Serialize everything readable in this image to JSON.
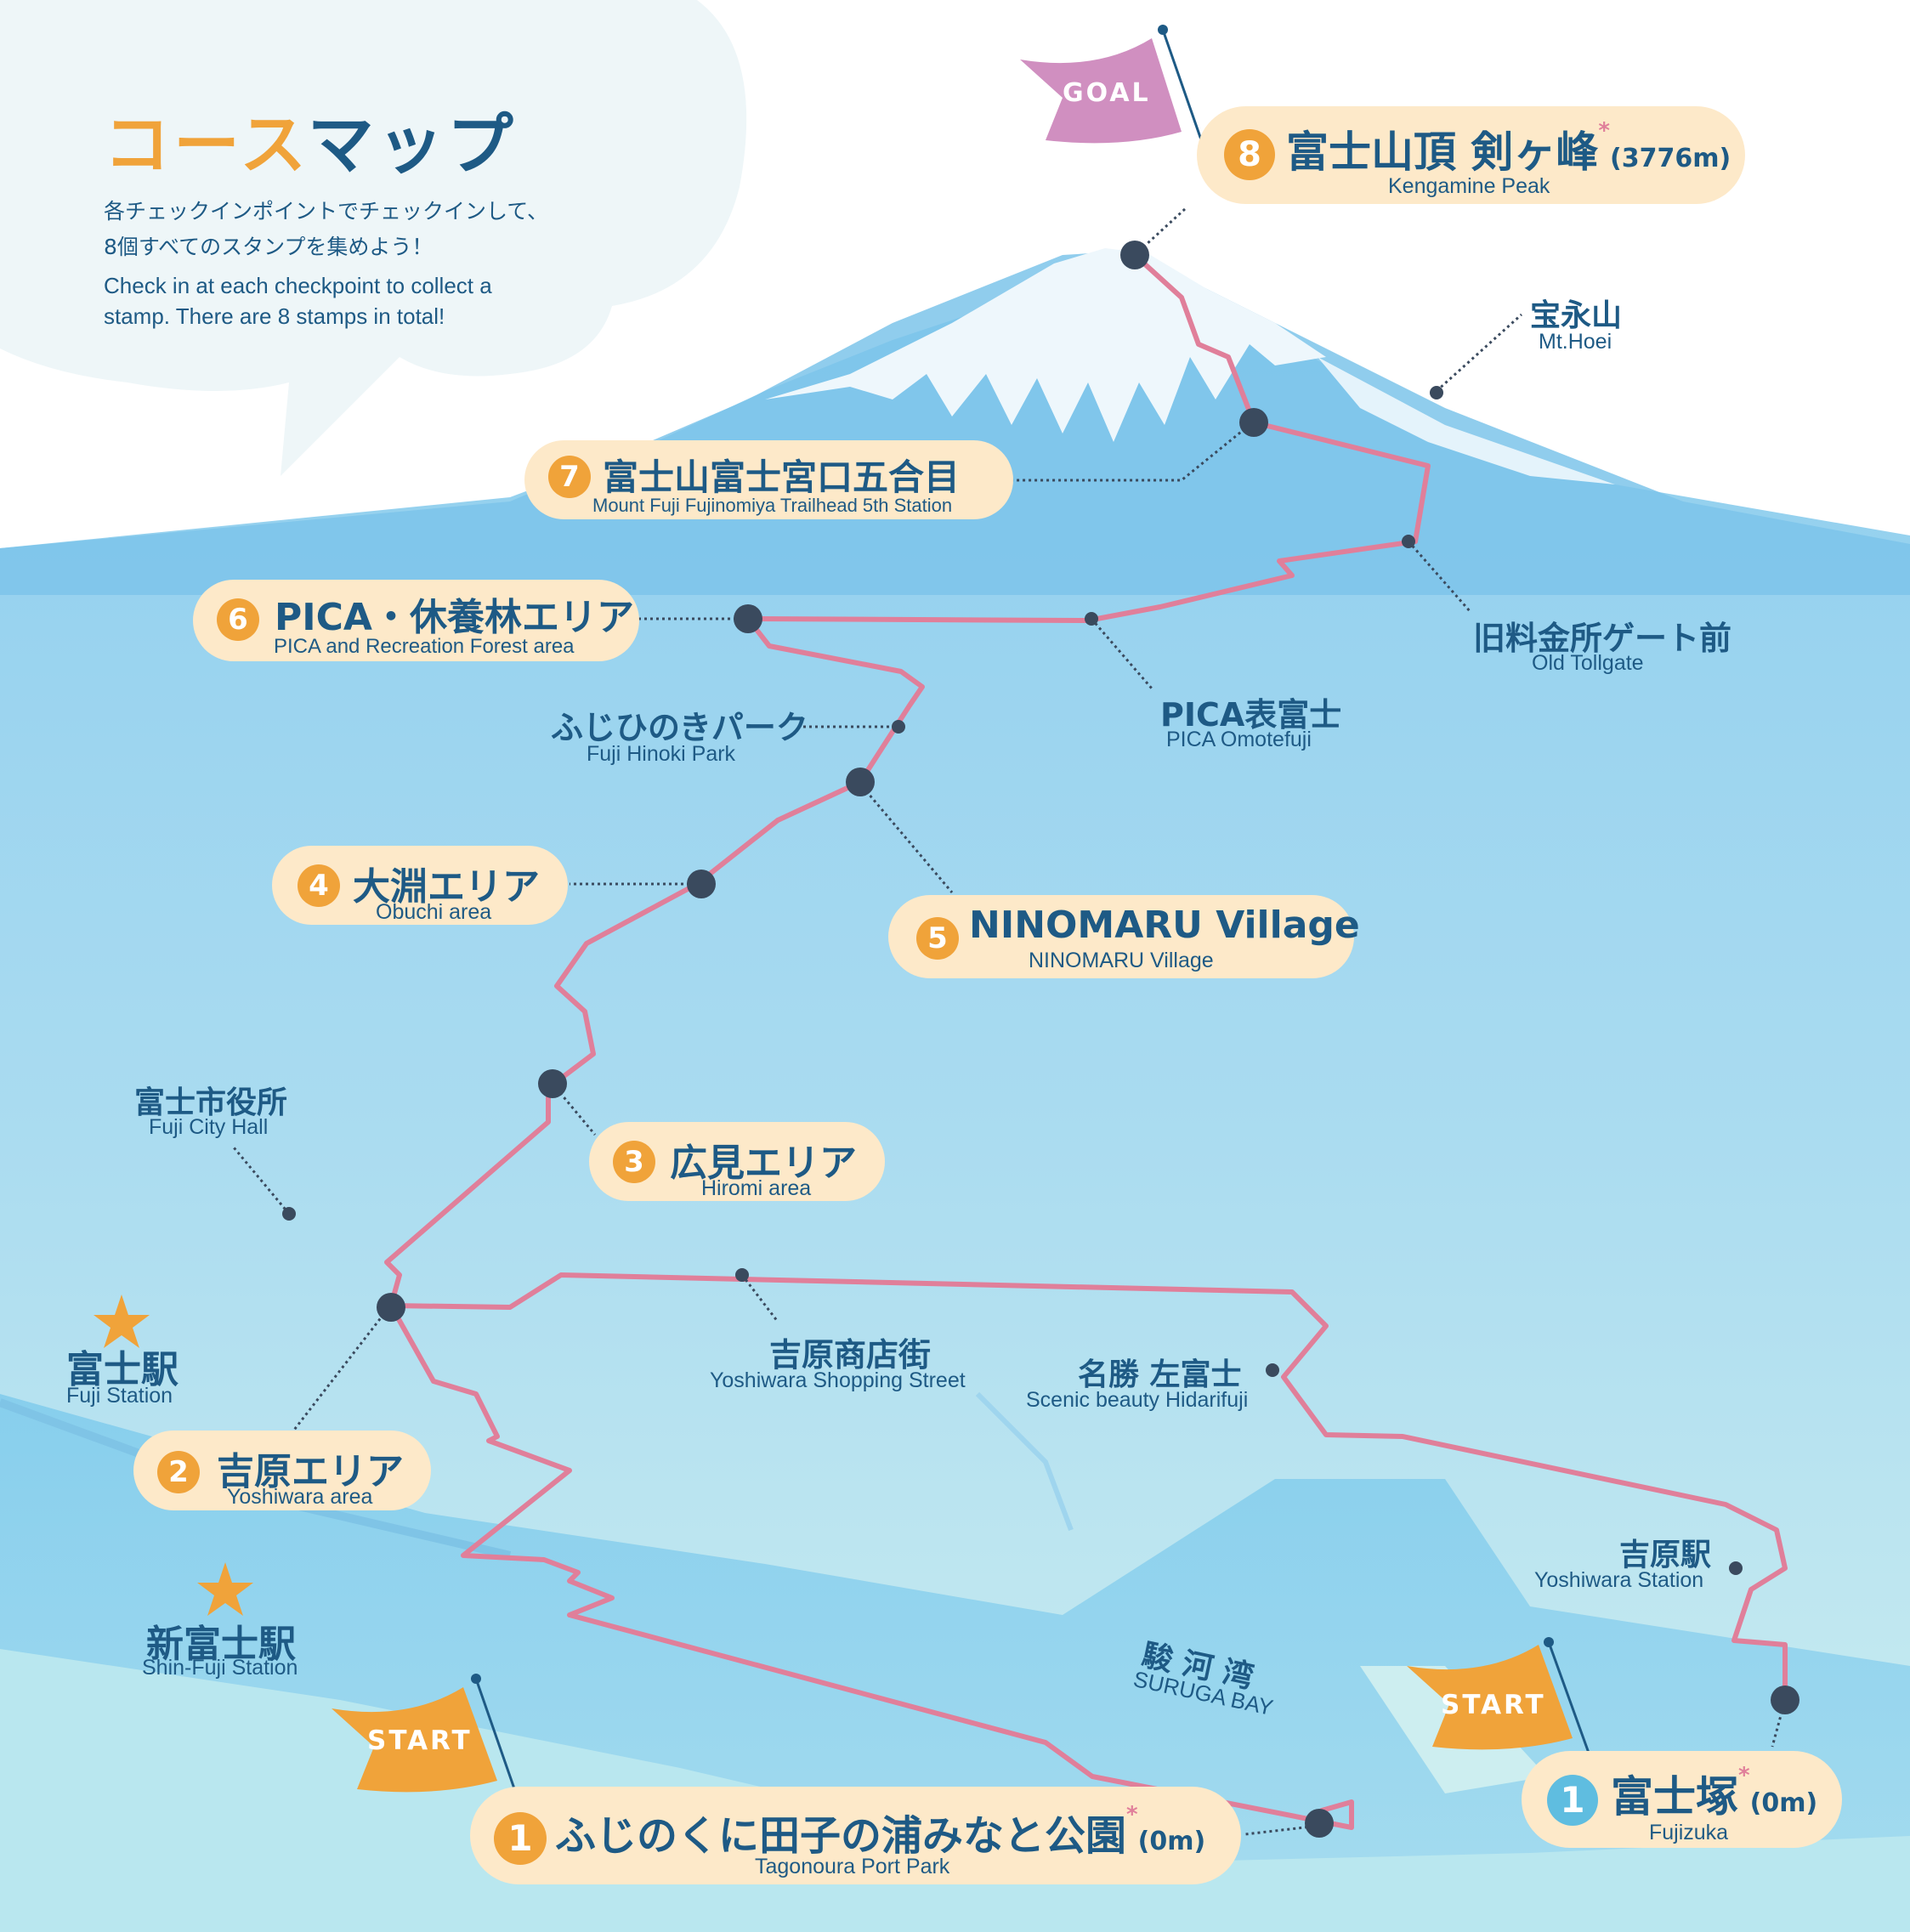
{
  "colors": {
    "route": "#e07f9a",
    "accent_orange": "#f0a33a",
    "text_blue": "#1e5a85",
    "label_bg": "#fde9c9",
    "goal_flag": "#d08fc0",
    "start_flag": "#f0a33a",
    "sea": "#8fd3ee",
    "mountain": "#7cc4ea"
  },
  "header": {
    "title_part1": "コース",
    "title_part2": "マップ",
    "desc_jp_line1": "各チェックインポイントでチェックインして、",
    "desc_jp_line2": "8個すべてのスタンプを集めよう！",
    "desc_en_line1": "Check in at each checkpoint to collect a",
    "desc_en_line2": "stamp. There are 8 stamps in total!"
  },
  "flags": {
    "goal": "GOAL",
    "start_left": "START",
    "start_right": "START"
  },
  "checkpoints": [
    {
      "num": "8",
      "jp": "富士山頂 剣ヶ峰",
      "asterisk": "*",
      "elevation": "(3776m)",
      "en": "Kengamine Peak"
    },
    {
      "num": "7",
      "jp": "富士山富士宮口五合目",
      "en": "Mount Fuji Fujinomiya Trailhead 5th Station"
    },
    {
      "num": "6",
      "jp": "PICA・休養林エリア",
      "en": "PICA and Recreation Forest area"
    },
    {
      "num": "5",
      "jp": "NINOMARU Village",
      "en": "NINOMARU Village"
    },
    {
      "num": "4",
      "jp": "大淵エリア",
      "en": "Obuchi area"
    },
    {
      "num": "3",
      "jp": "広見エリア",
      "en": "Hiromi area"
    },
    {
      "num": "2",
      "jp": "吉原エリア",
      "en": "Yoshiwara area"
    },
    {
      "num": "1",
      "jp": "ふじのくに田子の浦みなと公園",
      "asterisk": "*",
      "elevation": "(0m)",
      "en": "Tagonoura Port Park"
    },
    {
      "num": "1",
      "jp": "富士塚",
      "asterisk": "*",
      "elevation": "(0m)",
      "en": "Fujizuka"
    }
  ],
  "places": {
    "hoei_jp": "宝永山",
    "hoei_en": "Mt.Hoei",
    "tollgate_jp": "旧料金所ゲート前",
    "tollgate_en": "Old Tollgate",
    "pica_omote_jp": "PICA表富士",
    "pica_omote_en": "PICA Omotefuji",
    "hinoki_jp": "ふじひのきパーク",
    "hinoki_en": "Fuji Hinoki Park",
    "cityhall_jp": "富士市役所",
    "cityhall_en": "Fuji City Hall",
    "fuji_station_jp": "富士駅",
    "fuji_station_en": "Fuji Station",
    "shinfuji_station_jp": "新富士駅",
    "shinfuji_station_en": "Shin-Fuji Station",
    "shopping_jp": "吉原商店街",
    "shopping_en": "Yoshiwara Shopping Street",
    "hidarifuji_jp": "名勝 左富士",
    "hidarifuji_en": "Scenic beauty Hidarifuji",
    "yoshiwara_station_jp": "吉原駅",
    "yoshiwara_station_en": "Yoshiwara Station",
    "bay_jp": "駿 河 湾",
    "bay_en": "SURUGA BAY"
  },
  "icons": {
    "station_star": "star-icon"
  }
}
